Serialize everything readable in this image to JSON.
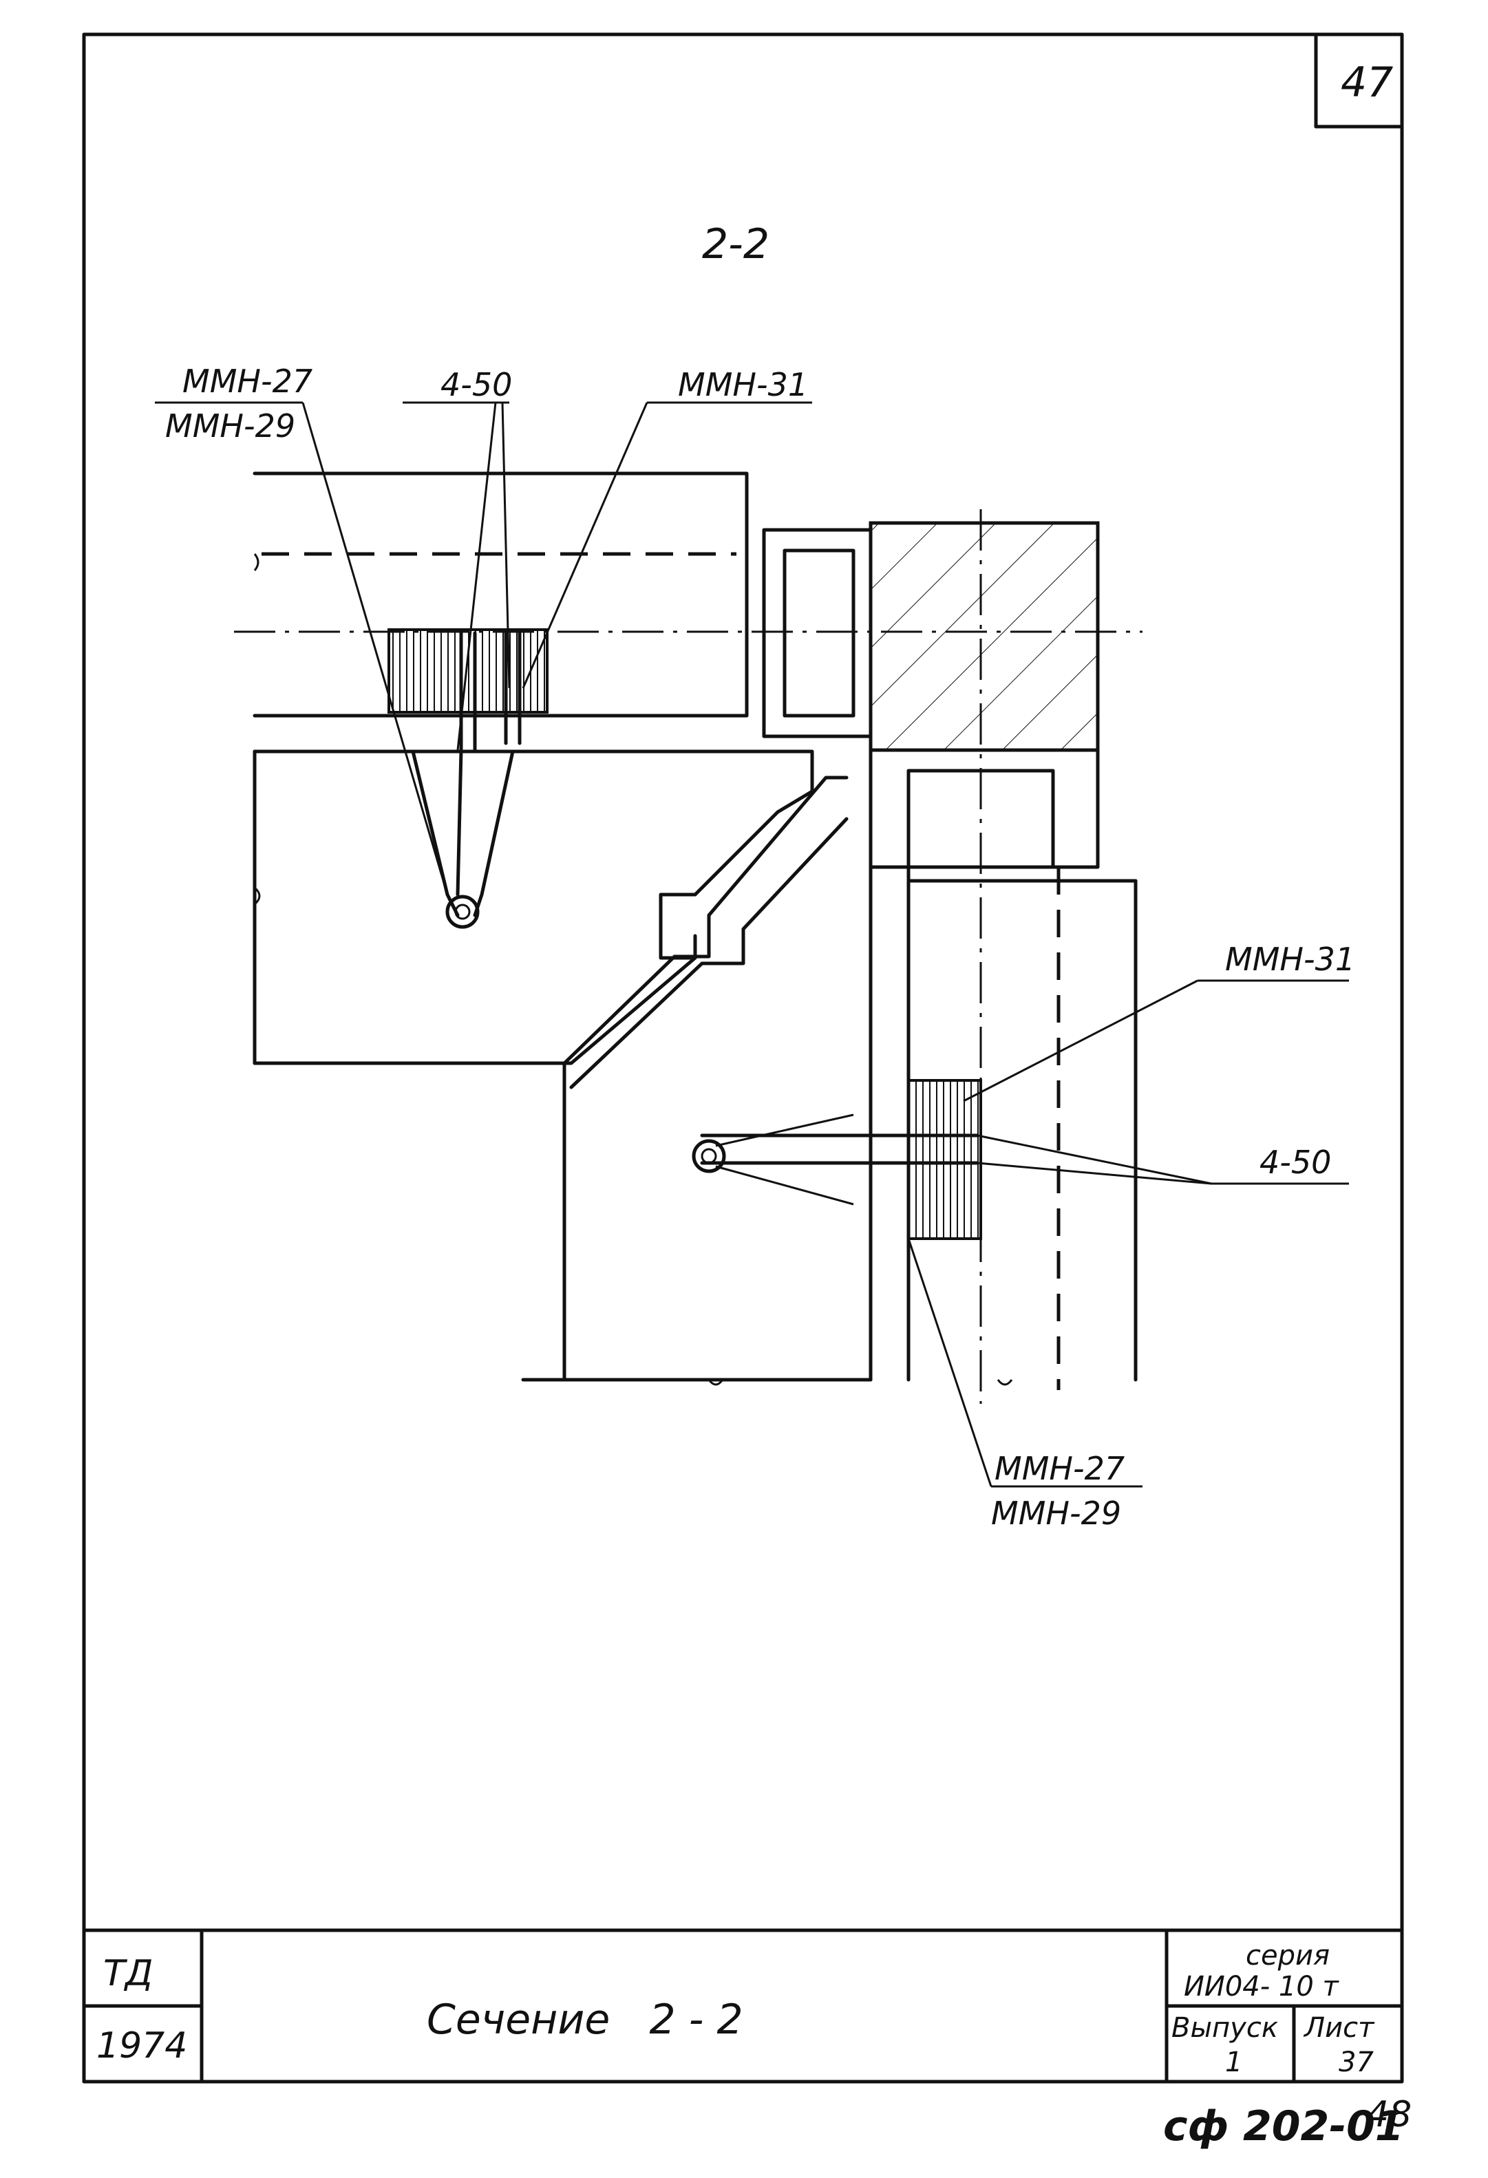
{
  "sheet_corner_number": "47",
  "section_title": "2-2",
  "callouts": {
    "top_left_upper": "ММН-27",
    "top_left_lower": "ММН-29",
    "top_middle": "4-50",
    "top_right": "ММН-31",
    "right_upper": "ММН-31",
    "right_middle": "4-50",
    "bottom_upper": "ММН-27",
    "bottom_lower": "ММН-29"
  },
  "title_block": {
    "org": "ТД",
    "year": "1974",
    "drawing_title": "Сечение   2 - 2",
    "series_label": "серия",
    "series_value": "ИИ04- 10 т",
    "issue_label": "Выпуск",
    "issue_value": "1",
    "sheet_label": "Лист",
    "sheet_value": "37"
  },
  "stamp": {
    "code": "сф 202-01",
    "page": "48"
  }
}
